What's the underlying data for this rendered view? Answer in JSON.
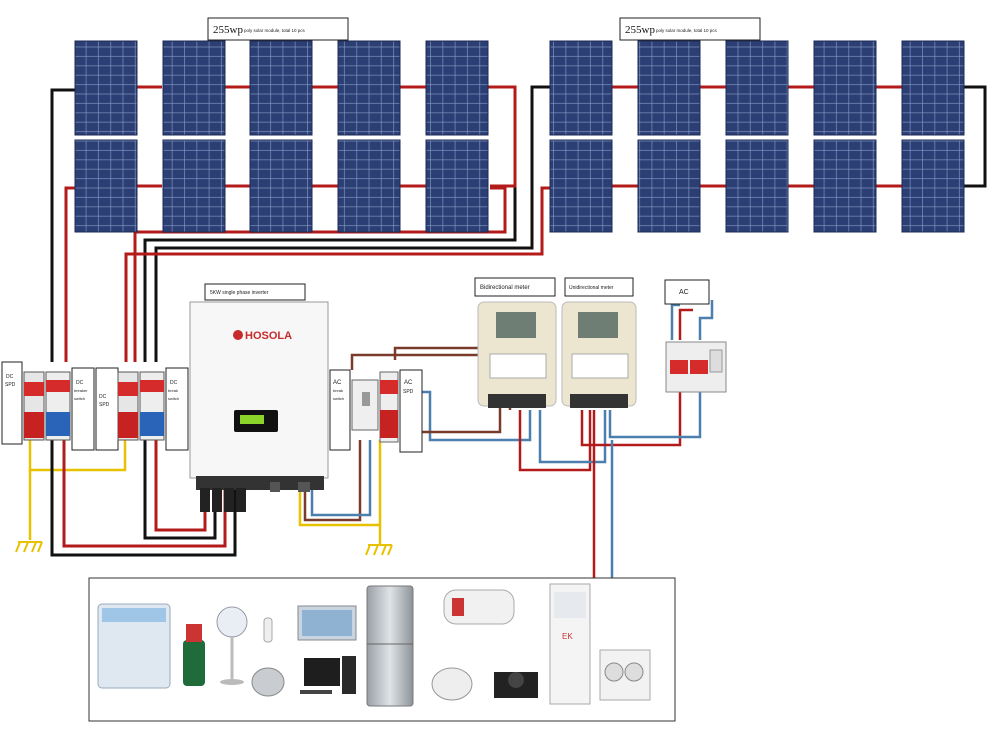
{
  "array_left_label": {
    "power": "255wp",
    "desc": "poly solar module, total 10 pcs"
  },
  "array_right_label": {
    "power": "255wp",
    "desc": "poly solar module, total 10 pcs"
  },
  "dc_labels": {
    "left_breaker": [
      "DC",
      "SPD"
    ],
    "left_switch": [
      "DC",
      "breaker",
      "switch"
    ],
    "right_spd": [
      "DC",
      "SPD"
    ],
    "right_switch": [
      "DC",
      "break",
      "switch"
    ]
  },
  "inverter": {
    "title": "5KW single phase inverter",
    "brand": "HOSOLA"
  },
  "ac_labels": {
    "breaker": [
      "AC",
      "break",
      "switch"
    ],
    "spd": [
      "AC",
      "SPD"
    ]
  },
  "meter_left_label": "Bidirectional meter",
  "meter_right_label": "Unidirectional meter",
  "ac_label_right": "AC",
  "appliances": [
    "washing-machine",
    "water-pump",
    "fan",
    "light-bulb",
    "kettle",
    "television",
    "computer",
    "refrigerator",
    "water-heater",
    "rice-cooker",
    "induction-cooker",
    "air-conditioner",
    "ac-outdoor-unit"
  ],
  "colors": {
    "wire_black": "#111111",
    "wire_red": "#b31b1b",
    "wire_blue": "#4a7fae",
    "wire_yellow": "#e8c200",
    "wire_brown": "#7a3a2c",
    "panel": "#283a6e"
  }
}
